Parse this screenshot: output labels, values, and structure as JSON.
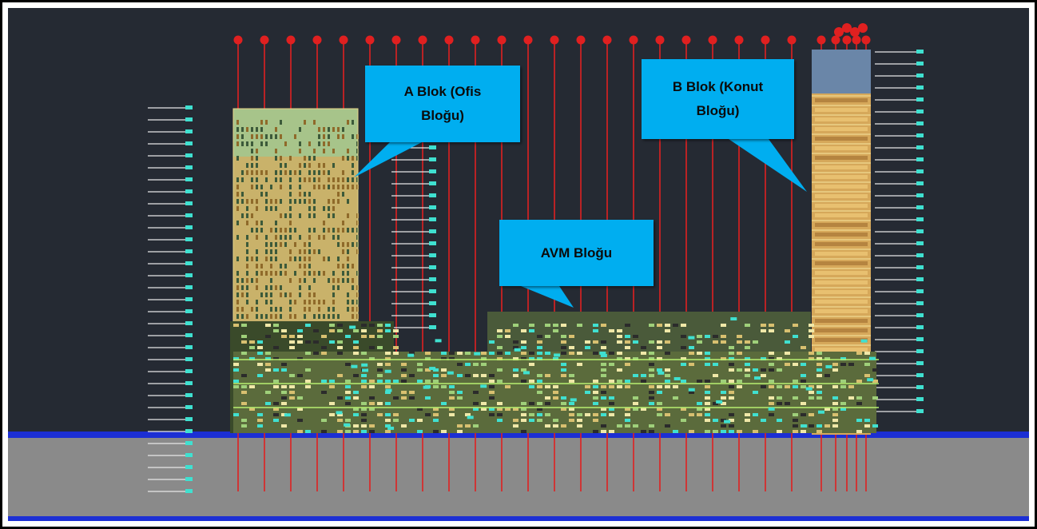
{
  "callouts": {
    "a_blok": "A Blok (Ofis\nBloğu)",
    "b_blok": "B Blok (Konut\nBloğu)",
    "avm": "AVM Bloğu"
  },
  "colors": {
    "background": "#252a33",
    "callout_fill": "#00aef0",
    "grid_line": "#e02020",
    "ground_fill": "#8a8a8a",
    "ground_line": "#1c2fd4",
    "level_marker": "#3fe0d0"
  }
}
